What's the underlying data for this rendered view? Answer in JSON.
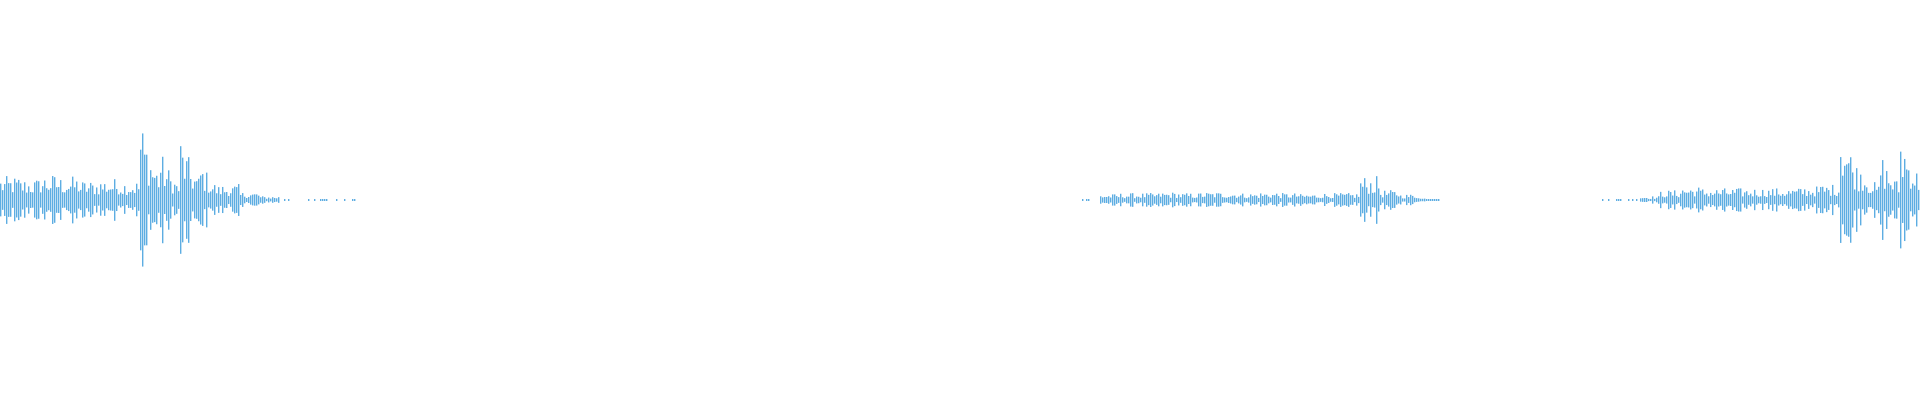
{
  "waveform": {
    "color": "#5dade2",
    "background": "#ffffff",
    "envelope": [
      0.12,
      0.11,
      0.13,
      0.12,
      0.1,
      0.11,
      0.1,
      0.43,
      0.25,
      0.33,
      0.2,
      0.08,
      0.04,
      0.02,
      0.005,
      0.004,
      0.004,
      0.004,
      0,
      0,
      0,
      0,
      0,
      0,
      0,
      0,
      0,
      0,
      0,
      0,
      0,
      0,
      0,
      0,
      0,
      0,
      0,
      0,
      0,
      0,
      0,
      0,
      0,
      0,
      0,
      0,
      0,
      0,
      0,
      0,
      0,
      0,
      0,
      0.004,
      0.004,
      0.03,
      0.035,
      0.035,
      0.04,
      0.035,
      0.04,
      0.04,
      0.035,
      0.04,
      0.035,
      0.03,
      0.035,
      0.035,
      0.12,
      0.05,
      0.03,
      0.01,
      0,
      0,
      0,
      0,
      0,
      0,
      0,
      0,
      0.003,
      0.004,
      0.02,
      0.05,
      0.07,
      0.06,
      0.06,
      0.06,
      0.06,
      0.06,
      0.07,
      0.08,
      0.46,
      0.2,
      0.25,
      0.38
    ]
  }
}
